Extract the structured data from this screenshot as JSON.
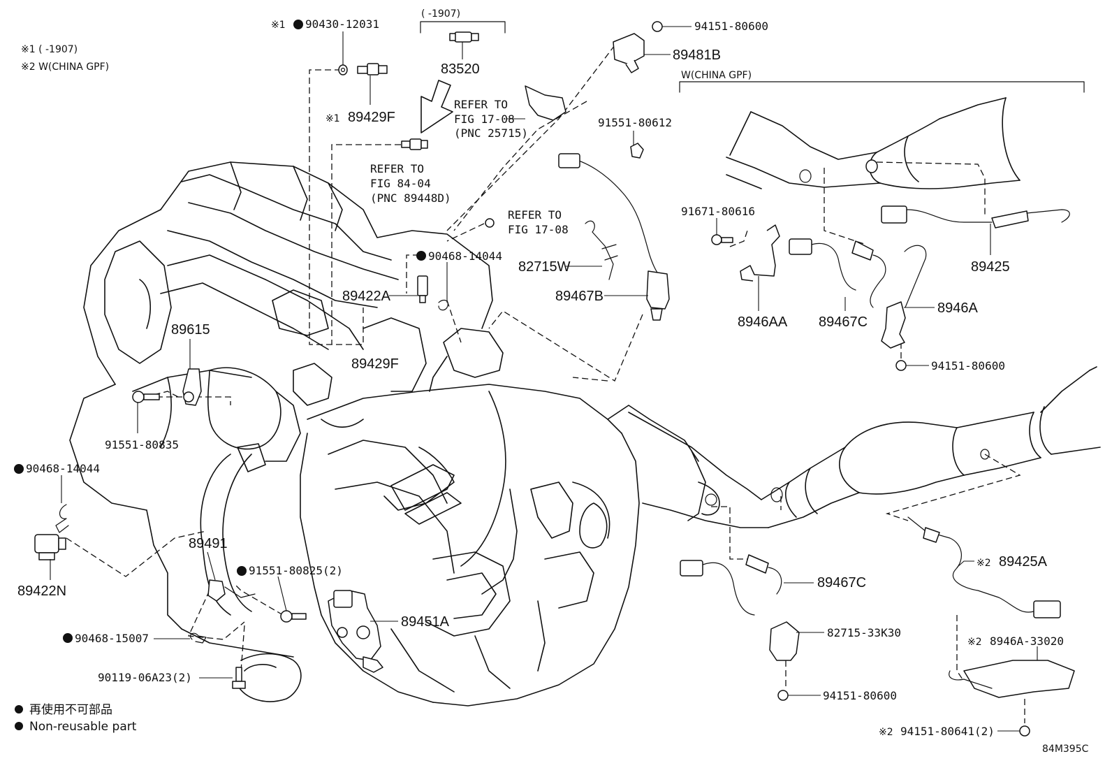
{
  "notes": {
    "note1": "※1 (      -1907)",
    "note2": "※2 W(CHINA GPF)",
    "bracket_1907": "(      -1907)",
    "china_gpf": "W(CHINA GPF)"
  },
  "refs": {
    "ref_17_08_a_l1": "REFER TO",
    "ref_17_08_a_l2": "FIG 17-08",
    "ref_17_08_a_l3": "(PNC 25715)",
    "ref_84_04_l1": "REFER TO",
    "ref_84_04_l2": "FIG 84-04",
    "ref_84_04_l3": "(PNC 89448D)",
    "ref_17_08_b_l1": "REFER TO",
    "ref_17_08_b_l2": "FIG 17-08"
  },
  "parts": {
    "p90430": "90430-12031",
    "p90430_mark": "※1",
    "p83520": "83520",
    "p89429F_top": "89429F",
    "p89429F_top_mark": "※1",
    "p94151_top": "94151-80600",
    "p89481B": "89481B",
    "p91551_80612": "91551-80612",
    "p82715W": "82715W",
    "p89467B": "89467B",
    "p90468_14044_a": "90468-14044",
    "p89422A": "89422A",
    "p89429F_mid": "89429F",
    "p89615": "89615",
    "p91551_80835": "91551-80835",
    "p90468_14044_b": "90468-14044",
    "p89422N": "89422N",
    "p89491": "89491",
    "p91551_80825": "91551-80825(2)",
    "p89451A": "89451A",
    "p90468_15007": "90468-15007",
    "p90119": "90119-06A23(2)",
    "p91671": "91671-80616",
    "p8946AA": "8946AA",
    "p89467C_a": "89467C",
    "p8946A": "8946A",
    "p89425": "89425",
    "p94151_right": "94151-80600",
    "p89467C_b": "89467C",
    "p82715_33K30": "82715-33K30",
    "p94151_bottom": "94151-80600",
    "p89425A": "89425A",
    "p89425A_mark": "※2",
    "p8946A_33020": "8946A-33020",
    "p8946A_33020_mark": "※2",
    "p94151_80641": "94151-80641(2)",
    "p94151_80641_mark": "※2"
  },
  "legend": {
    "jp": "再使用不可部品",
    "en": "Non-reusable part"
  },
  "figure_code": "84M395C"
}
